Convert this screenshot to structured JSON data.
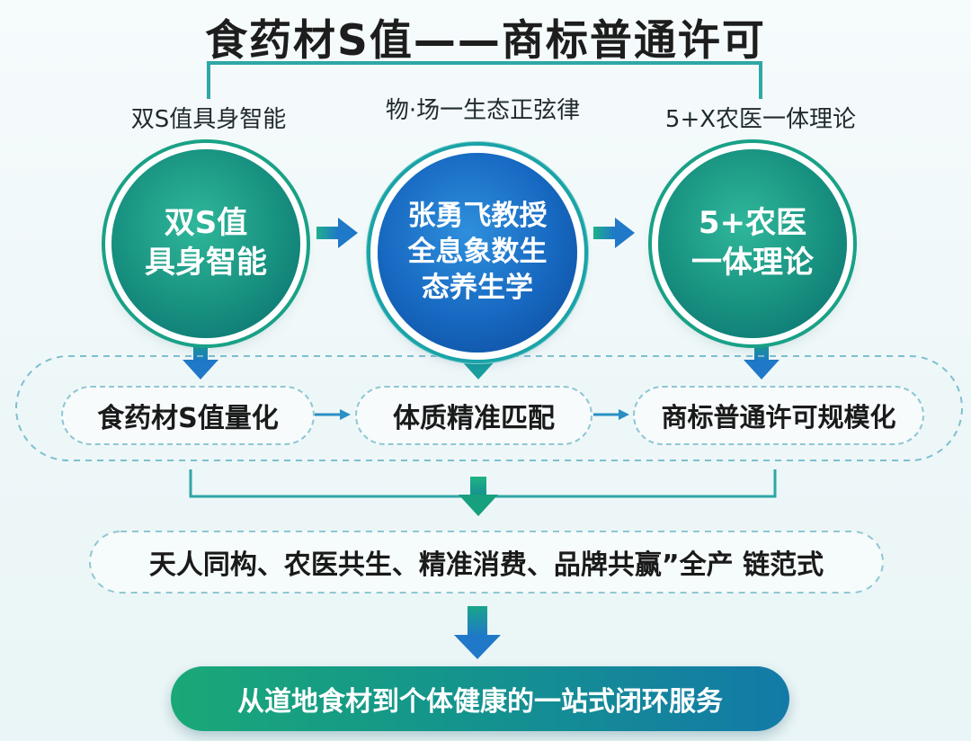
{
  "title": "食药材S值——商标普通许可",
  "columns": [
    {
      "label": "双S值具身智能",
      "circle_text": "双S值\n具身智能"
    },
    {
      "label": "物·场一生态正弦律",
      "circle_text": "张勇飞教授\n全息象数生\n态养生学"
    },
    {
      "label": "5+X农医一体理论",
      "circle_text": "5+农医\n一体理论"
    }
  ],
  "stages": [
    "食药材S值量化",
    "体质精准匹配",
    "商标普通许可规模化"
  ],
  "paradigm": "天人同构、农医共生、精准消费、品牌共赢”全产 链范式",
  "final": "从道地食材到个体健康的一站式闭环服务",
  "colors": {
    "teal": "#19a186",
    "blue": "#1667c0",
    "arrow_teal": "#1aa58a",
    "arrow_blue": "#1f78c8",
    "line": "#2fa7a6"
  }
}
